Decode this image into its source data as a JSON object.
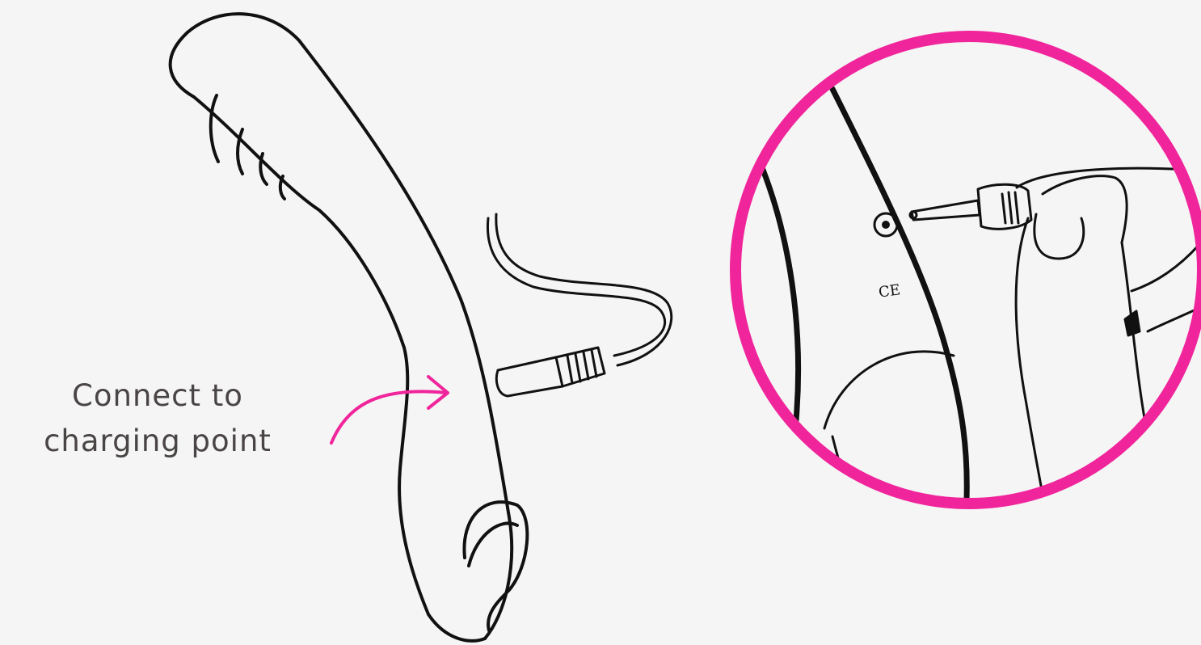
{
  "callout": {
    "line1": "Connect to",
    "line2": "charging point"
  },
  "zoom_inset": {
    "markings": [
      "CE"
    ]
  },
  "icons": {
    "device": "device-outline-icon",
    "cable": "charging-cable-icon",
    "arrow": "curved-arrow-icon",
    "magnifier": "zoom-circle-icon",
    "hand": "hand-icon",
    "plug": "jack-plug-icon",
    "port": "charging-port-icon"
  },
  "colors": {
    "background": "#f5f5f5",
    "accent": "#f0259b",
    "line": "#111111",
    "text": "#4a4545"
  }
}
